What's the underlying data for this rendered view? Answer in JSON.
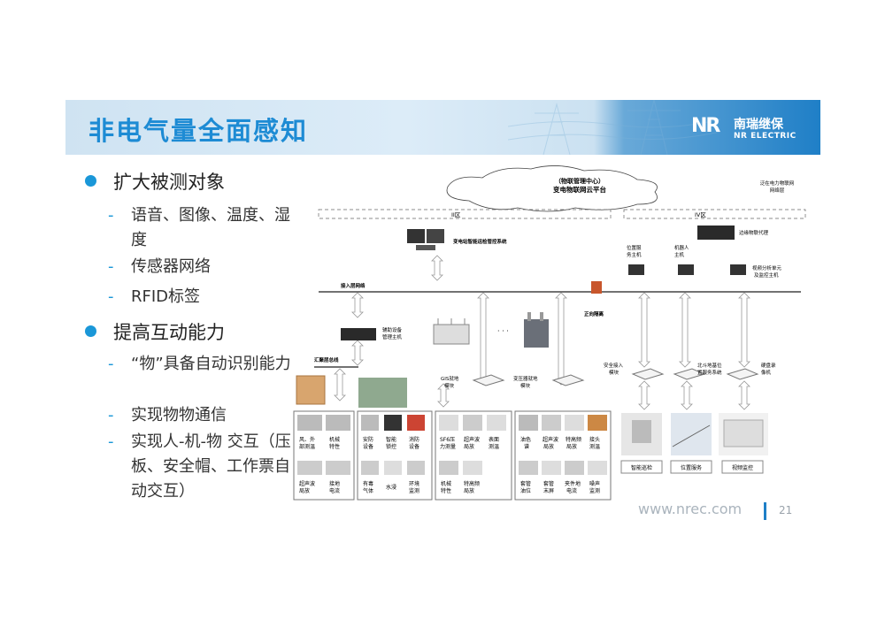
{
  "header": {
    "title": "非电气量全面感知",
    "logo_mark": "NR",
    "logo_cn": "南瑞继保",
    "logo_en": "NR ELECTRIC"
  },
  "bullets": [
    {
      "label": "扩大被测对象",
      "subs": [
        "语音、图像、温度、湿度",
        "传感器网络",
        "RFID标签"
      ]
    },
    {
      "label": "提高互动能力",
      "subs": [
        "“物”具备自动识别能力",
        "实现物物通信",
        "实现人-机-物 交互（压板、安全帽、工作票自动交互）"
      ]
    }
  ],
  "diagram": {
    "cloud_line1": "（物联管理中心）",
    "cloud_line2": "变电物联网云平台",
    "cloud_note_line1": "泛在电力物联网",
    "cloud_note_line2": "网络层",
    "zone2": "II区",
    "zone4": "IV区",
    "monitor_system": "变电站智能运检管控系统",
    "access_network": "接入层网络",
    "reverse_isolation": "正向隔离",
    "aux_host_line1": "辅助设备",
    "aux_host_line2": "管理主机",
    "bus_label": "汇聚层总线",
    "gis_line1": "GIS就地",
    "gis_line2": "模块",
    "transformer_line1": "变压器就地",
    "transformer_line2": "模块",
    "edge_proxy": "边缘物联代理",
    "position_host_line1": "位置服",
    "position_host_line2": "务主机",
    "robot_host_line1": "机器人",
    "robot_host_line2": "主机",
    "video_unit_line1": "视频分析单元",
    "video_unit_line2": "及监控主机",
    "safety_access_line1": "安全接入",
    "safety_access_line2": "模块",
    "beidou_line1": "北斗地基位",
    "beidou_line2": "置服务系统",
    "nvr_line1": "硬盘录",
    "nvr_line2": "像机",
    "ellipsis": "· · ·",
    "group_a": [
      "风、外",
      "部测温",
      "机械",
      "特性",
      "超声波",
      "局放",
      "接地",
      "电流"
    ],
    "group_b": [
      "安防",
      "设备",
      "智能",
      "锁控",
      "消防",
      "设备",
      "有毒",
      "气体",
      "水浸",
      "环境",
      "监测"
    ],
    "group_c": [
      "SF6压",
      "力测量",
      "超声波",
      "局放",
      "表面",
      "测温",
      "机械",
      "特性",
      "特高频",
      "局放"
    ],
    "group_d": [
      "油色",
      "谱",
      "超声波",
      "局放",
      "特高频",
      "局放",
      "接头",
      "测温",
      "套管",
      "油位",
      "套管",
      "末屏",
      "夹件地",
      "电流",
      "噪声",
      "监测"
    ],
    "services": [
      "智能巡检",
      "位置服务",
      "视频监控"
    ]
  },
  "footer": {
    "url": "www.nrec.com",
    "page": "21"
  },
  "colors": {
    "accent": "#1a97d8",
    "title": "#1d8bd4",
    "brand_blue": "#1f7fc7"
  }
}
